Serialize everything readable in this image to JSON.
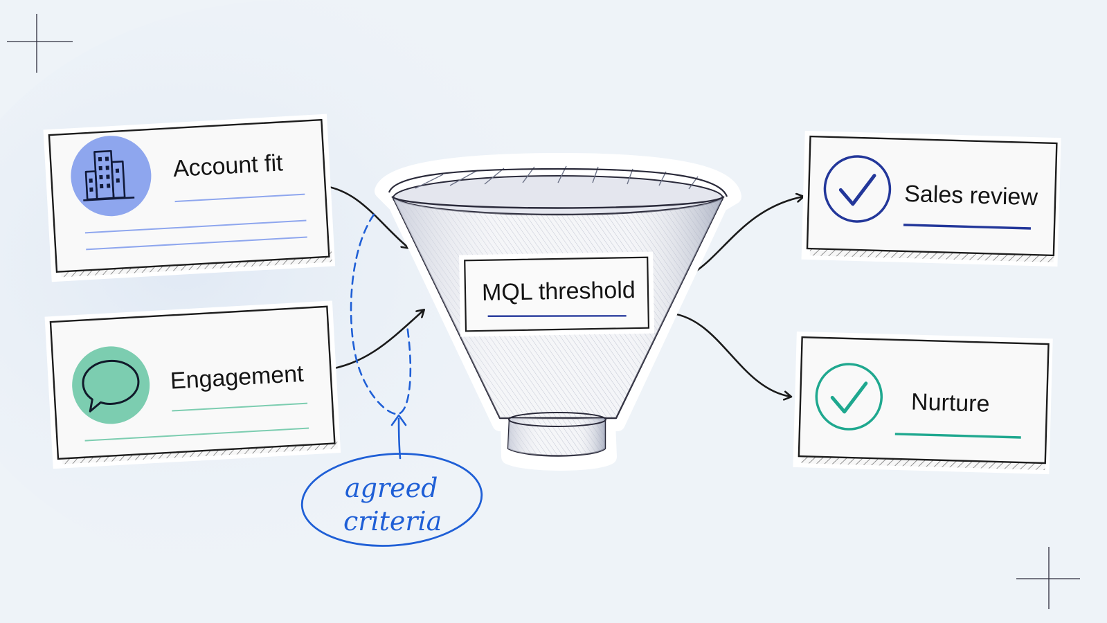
{
  "inputs": {
    "account_fit": {
      "label": "Account fit",
      "icon": "building-icon",
      "color": "#8ea6ee"
    },
    "engagement": {
      "label": "Engagement",
      "icon": "speech-bubble-icon",
      "color": "#7ccdb0"
    }
  },
  "filter": {
    "label": "MQL threshold",
    "underline_color": "#2c3f9e"
  },
  "outputs": {
    "sales_review": {
      "label": "Sales review",
      "icon": "check-circle-icon",
      "color": "#23379a"
    },
    "nurture": {
      "label": "Nurture",
      "icon": "check-circle-icon",
      "color": "#1fa88f"
    }
  },
  "annotation": {
    "line1": "agreed",
    "line2": "criteria",
    "color": "#1f5fd6"
  }
}
